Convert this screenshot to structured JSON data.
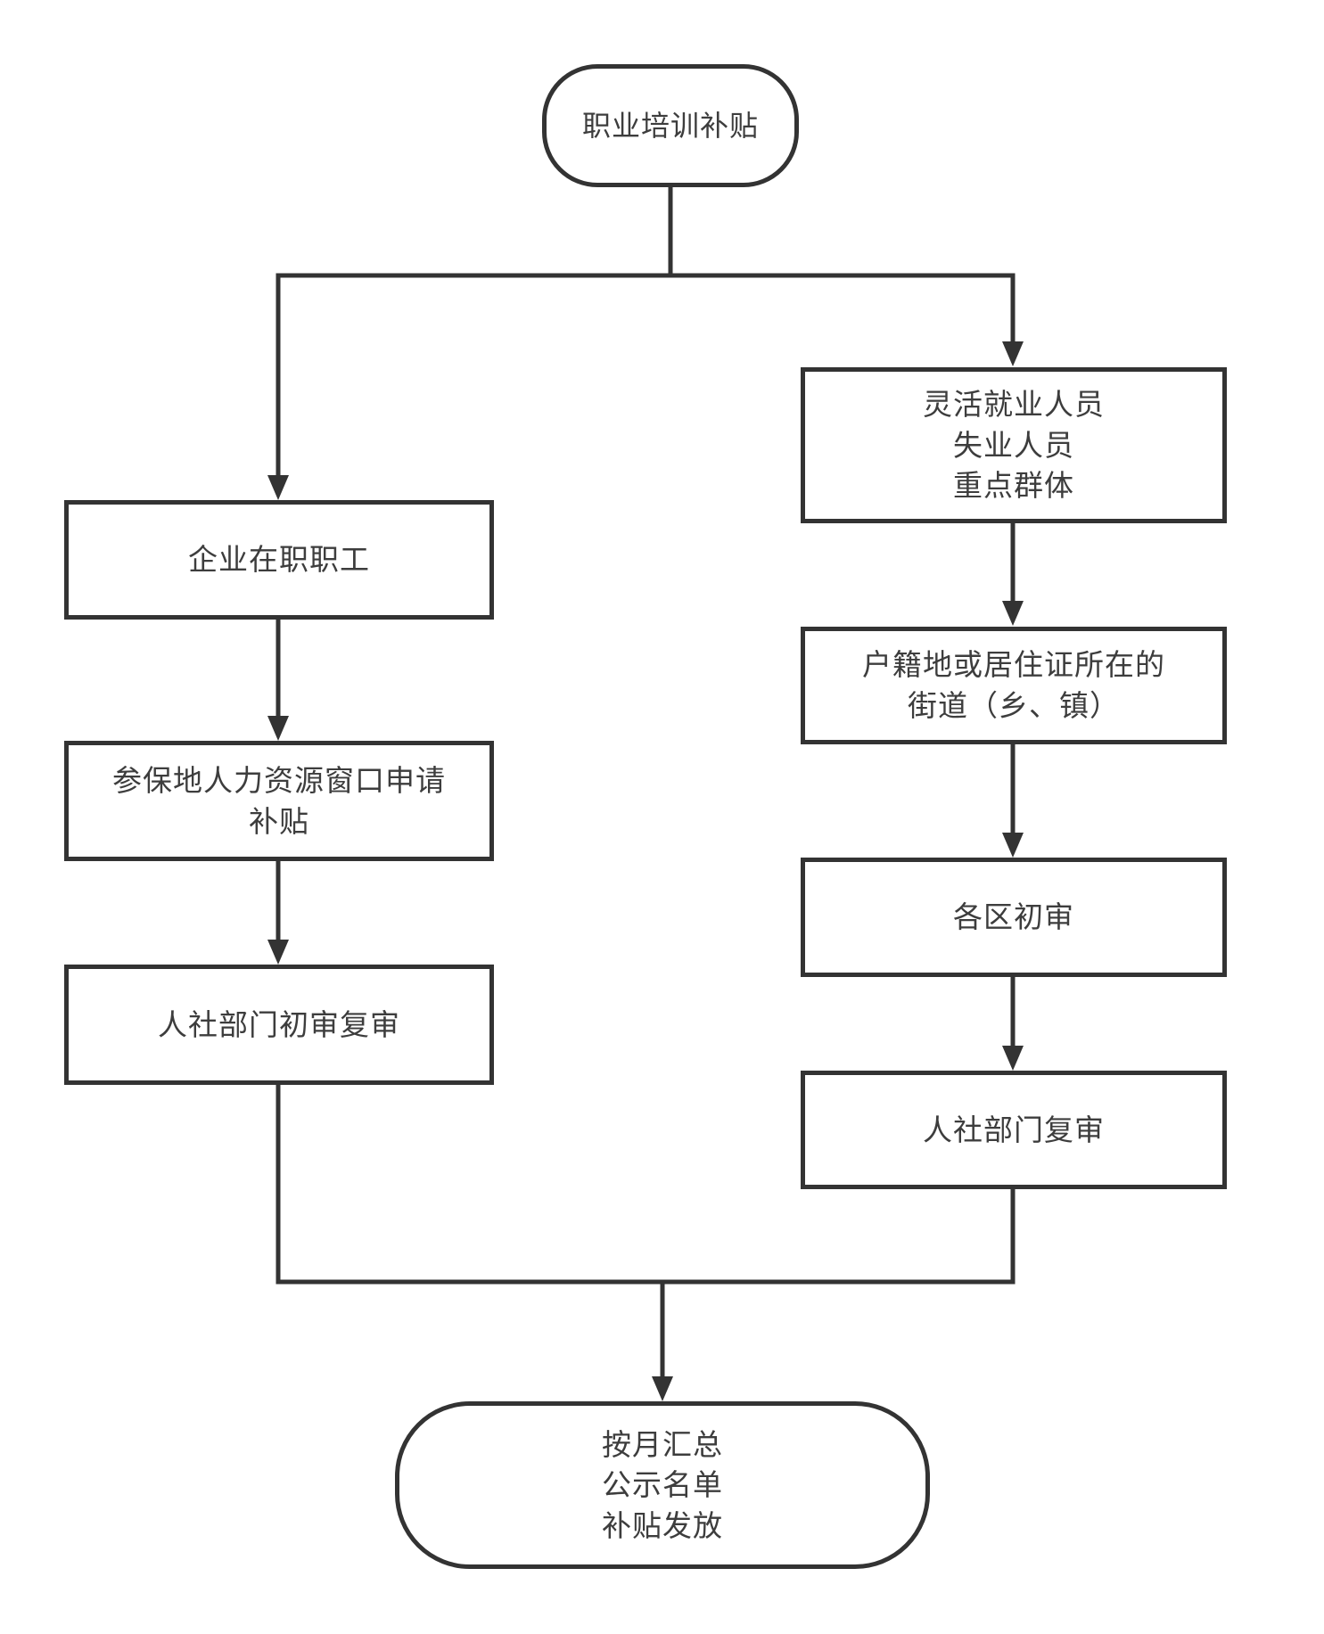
{
  "colors": {
    "line": "#333333",
    "text": "#3d3d3d",
    "background": "#ffffff"
  },
  "nodes": {
    "start": {
      "label": "职业培训补贴"
    },
    "flexible_groups": {
      "lines": [
        "灵活就业人员",
        "失业人员",
        "重点群体"
      ]
    },
    "enterprise_employees": {
      "label": "企业在职职工"
    },
    "street_office": {
      "lines": [
        "户籍地或居住证所在的",
        "街道（乡、镇）"
      ]
    },
    "insured_place_window": {
      "lines": [
        "参保地人力资源窗口申请",
        "补贴"
      ]
    },
    "district_first_review": {
      "label": "各区初审"
    },
    "hr_first_and_second_review": {
      "label": "人社部门初审复审"
    },
    "hr_second_review": {
      "label": "人社部门复审"
    },
    "end": {
      "lines": [
        "按月汇总",
        "公示名单",
        "补贴发放"
      ]
    }
  }
}
